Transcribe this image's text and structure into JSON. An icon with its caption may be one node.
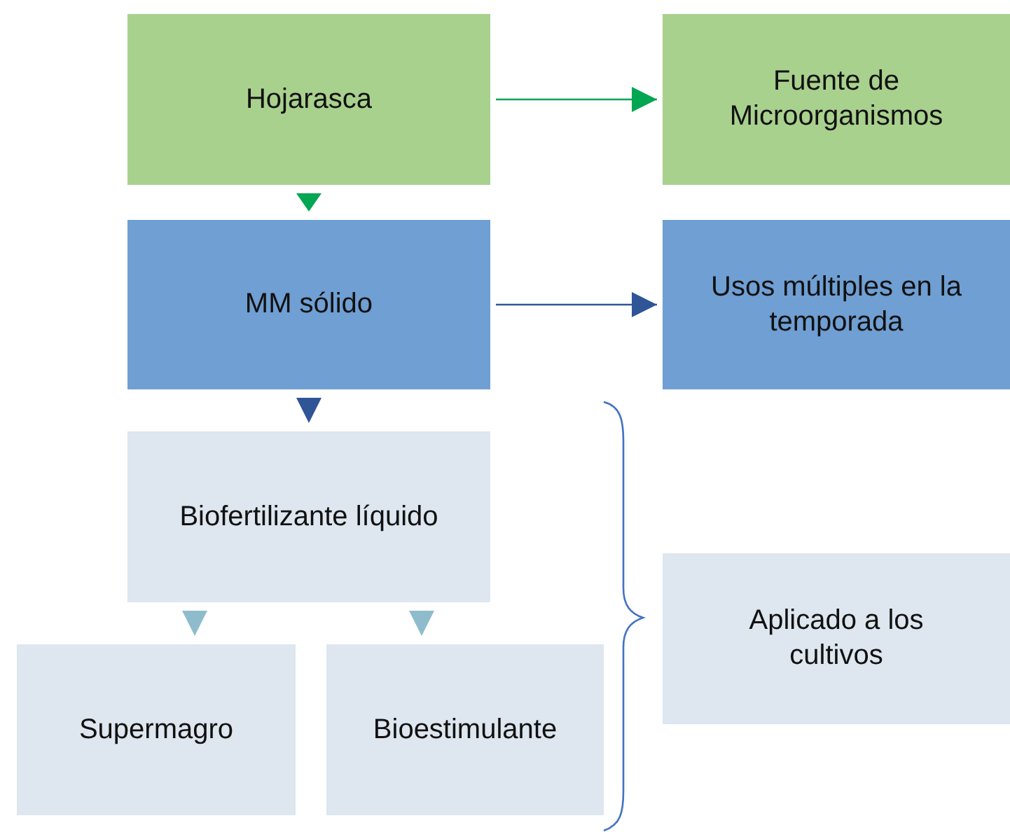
{
  "diagram": {
    "nodes": [
      {
        "text": [
          "Hojarasca"
        ]
      },
      {
        "text": [
          "Fuente de Microorganismos"
        ]
      },
      {
        "text": [
          "MM sólido"
        ]
      },
      {
        "text": [
          "Usos múltiples en la temporada"
        ]
      },
      {
        "text": [
          "Biofertilizante líquido"
        ]
      },
      {
        "text": [
          "Supermagro"
        ]
      },
      {
        "text": [
          "Bioestimulante"
        ]
      },
      {
        "text": [
          "Aplicado a los cultivos"
        ]
      }
    ],
    "edges": [
      {
        "from": 0,
        "to": 1,
        "arrow": "to",
        "color": "#00a651"
      },
      {
        "from": 0,
        "to": 2,
        "arrow": "to",
        "color": "#00a651"
      },
      {
        "from": 2,
        "to": 3,
        "arrow": "to",
        "color": "#2f5597"
      },
      {
        "from": 2,
        "to": 4,
        "arrow": "to",
        "color": "#2f5597"
      },
      {
        "from": 4,
        "to": 5,
        "arrow": "to",
        "color": "#8fbccc"
      },
      {
        "from": 4,
        "to": 6,
        "arrow": "to",
        "color": "#8fbccc"
      }
    ]
  }
}
